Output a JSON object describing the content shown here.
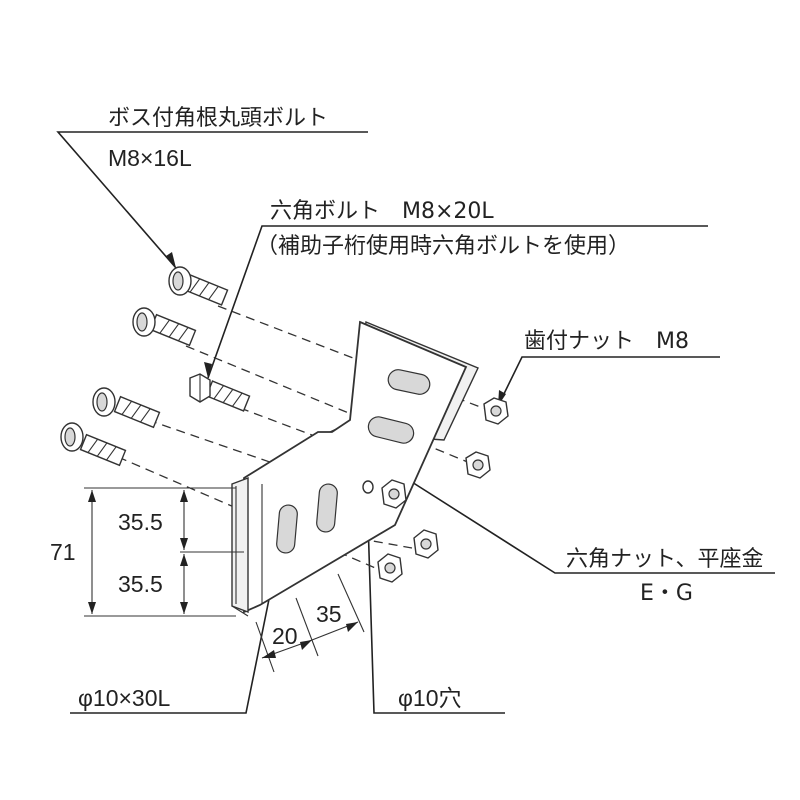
{
  "labels": {
    "boss_bolt_name": "ボス付角根丸頭ボルト",
    "boss_bolt_size": "M8×16L",
    "hex_bolt": "六角ボルト　M8×20L",
    "hex_bolt_note": "（補助子桁使用時六角ボルトを使用）",
    "flange_nut": "歯付ナット　M8",
    "hex_nut_washer": "六角ナット、平座金",
    "hex_nut_washer_grade": "E・G",
    "slot_spec": "φ10×30L",
    "hole_spec": "φ10穴"
  },
  "dimensions": {
    "height_total": "71",
    "height_upper": "35.5",
    "height_lower": "35.5",
    "pitch_20": "20",
    "pitch_35": "35"
  }
}
